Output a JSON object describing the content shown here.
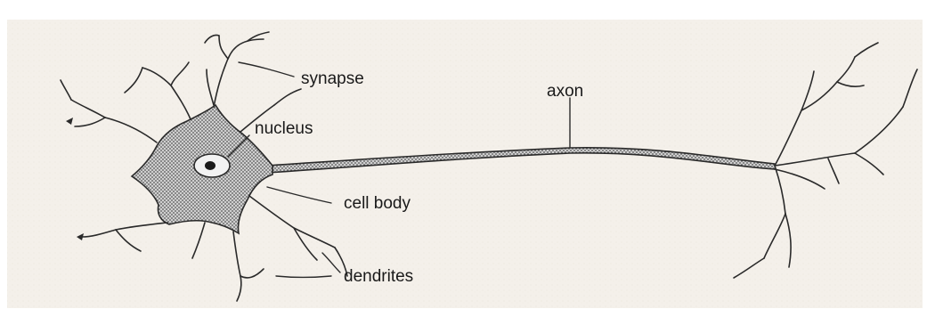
{
  "labels": {
    "synapse": "synapse",
    "axon": "axon",
    "nucleus": "nucleus",
    "cell_body": "cell body",
    "dendrites": "dendrites"
  },
  "colors": {
    "paper": "#f4f0ea",
    "ink": "#2a2a2a",
    "cell_fill": "#9a9a9a"
  }
}
